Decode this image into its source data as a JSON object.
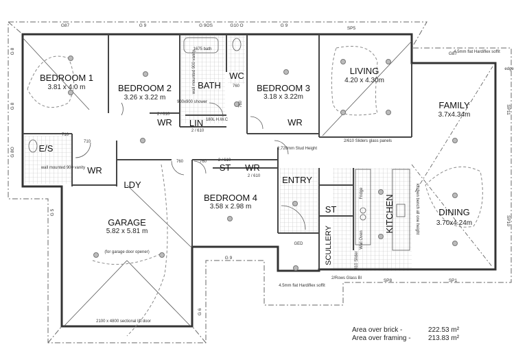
{
  "rooms": {
    "bedroom1": {
      "name": "BEDROOM 1",
      "dims": "3.81 x 4.0 m"
    },
    "bedroom2": {
      "name": "BEDROOM 2",
      "dims": "3.26 x 3.22 m"
    },
    "bath": {
      "name": "BATH"
    },
    "wc": {
      "name": "WC"
    },
    "bedroom3": {
      "name": "BEDROOM 3",
      "dims": "3.18 x 3.22m"
    },
    "living": {
      "name": "LIVING",
      "dims": "4.20 x 4.30m"
    },
    "family": {
      "name": "FAMILY",
      "dims": "3.7x4.34m"
    },
    "dining": {
      "name": "DINING",
      "dims": "3.70x4.24m"
    },
    "kitchen": {
      "name": "KITCHEN"
    },
    "scullery": {
      "name": "SCULLERY"
    },
    "entry": {
      "name": "ENTRY"
    },
    "bedroom4": {
      "name": "BEDROOM 4",
      "dims": "3.58 x 2.98 m"
    },
    "garage": {
      "name": "GARAGE",
      "dims": "5.82 x 5.81 m"
    },
    "ldy": {
      "name": "LDY"
    },
    "es": {
      "name": "E/S"
    },
    "lin": {
      "name": "LIN"
    },
    "wr_bed1": {
      "name": "WR"
    },
    "wr_bed2": {
      "name": "WR"
    },
    "wr_bed3": {
      "name": "WR"
    },
    "wr_bed4": {
      "name": "WR"
    },
    "st_bed4": {
      "name": "ST"
    },
    "st_kitchen": {
      "name": "ST"
    }
  },
  "windows": {
    "w1": "G87",
    "w2": "G 9",
    "w3": "G 9OS",
    "w4": "G10 O",
    "w5": "G 9",
    "w6": "SP5",
    "w7": "G87",
    "w8": "SP11",
    "w9": "SP10",
    "w10": "SP1",
    "w11": "SP8",
    "w12": "G 9",
    "w13": "G 8",
    "w14": "G 8",
    "w15": "G 8O",
    "w16": "G 5",
    "w17": "G 6"
  },
  "notes": {
    "bath_tub": "1675 bath",
    "vanity": "wall mounted 900 vanity",
    "shower": "900x900 shower",
    "hwc": "180L H.W.C",
    "lin_doors": "2 / 610",
    "wr2_doors": "2 / 610",
    "st4_doors": "2 / 610",
    "wr4_doors": "2 / 610",
    "es_vanity": "wall mounted 900 vanity",
    "door_710a": "710",
    "door_710b": "710",
    "door_760a": "760",
    "door_760b": "760",
    "door_760c": "760",
    "door_760d": "760",
    "sliders": "2/610 Sliders glass panels",
    "stud": "2,720mm Stud Height",
    "garage_opener": "(for garage door opener)",
    "garage_door": "2100 x 4800 sectional lift door",
    "soffit_top": "4.5mm flat Hardiflex soffit",
    "soffit_entry": "4.5mm flat Hardiflex soffit",
    "edge": "edge",
    "glass": "2/Rows Glass Bl",
    "ged": "GED",
    "fridge": "Fridge",
    "wall_oven": "Wall Oven",
    "kitchen_bench": "kitchen bench all one height",
    "scullery_slider": "810 Slider"
  },
  "area": {
    "brick_label": "Area over brick -",
    "brick_value": "222.53 m²",
    "framing_label": "Area over framing -",
    "framing_value": "213.83 m²"
  }
}
